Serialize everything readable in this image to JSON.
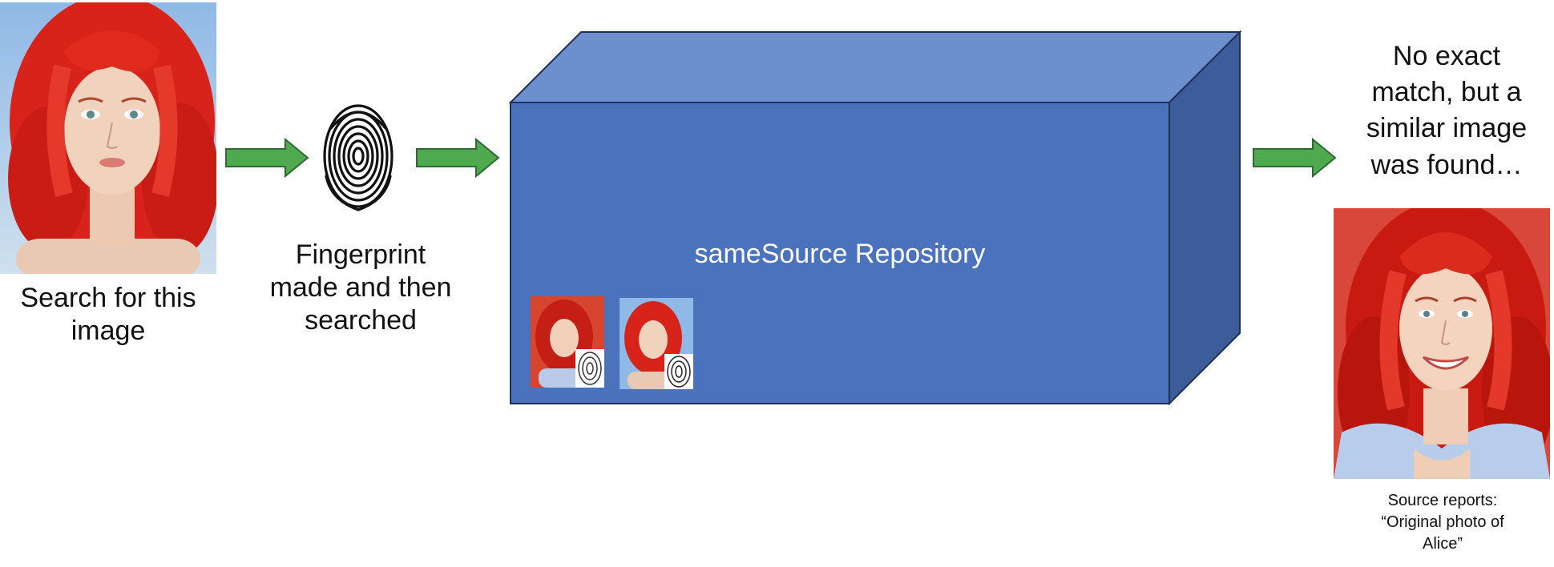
{
  "query": {
    "caption": "Search for this image"
  },
  "fingerprint_step": {
    "caption": "Fingerprint made and then searched"
  },
  "repository": {
    "label": "sameSource Repository"
  },
  "result": {
    "headline": "No exact match, but a similar image was found…",
    "source_report": "Source reports: “Original photo of Alice”"
  },
  "colors": {
    "arrow": "#4ea94f",
    "box_front": "#4a72bd",
    "box_top": "#6d8fcd",
    "box_side": "#3c5c9a"
  }
}
